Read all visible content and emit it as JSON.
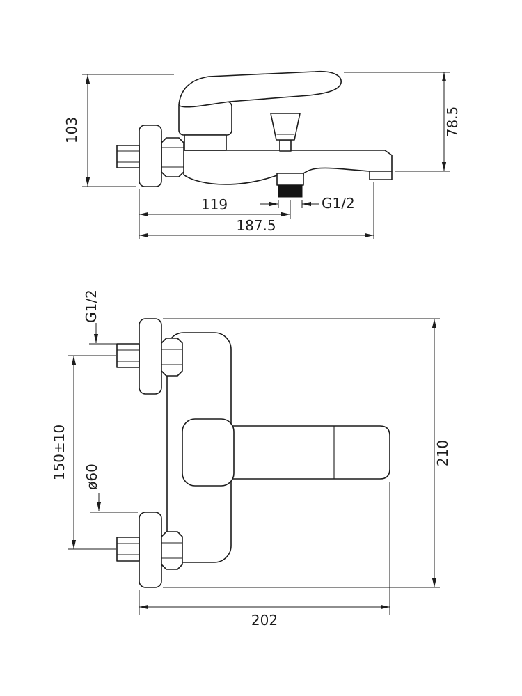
{
  "page": {
    "background": "#ffffff",
    "line_color": "#1c1c1c"
  },
  "side_view": {
    "dims": {
      "overall_height": "103",
      "spout_drop_height": "78.5",
      "outlet_offset": "119",
      "overall_length": "187.5",
      "outlet_thread": "G1/2"
    }
  },
  "front_view": {
    "dims": {
      "inlet_thread": "G1/2",
      "inlet_spacing": "150±10",
      "escutcheon_diameter": "ø60",
      "overall_height": "210",
      "overall_width": "202"
    }
  }
}
